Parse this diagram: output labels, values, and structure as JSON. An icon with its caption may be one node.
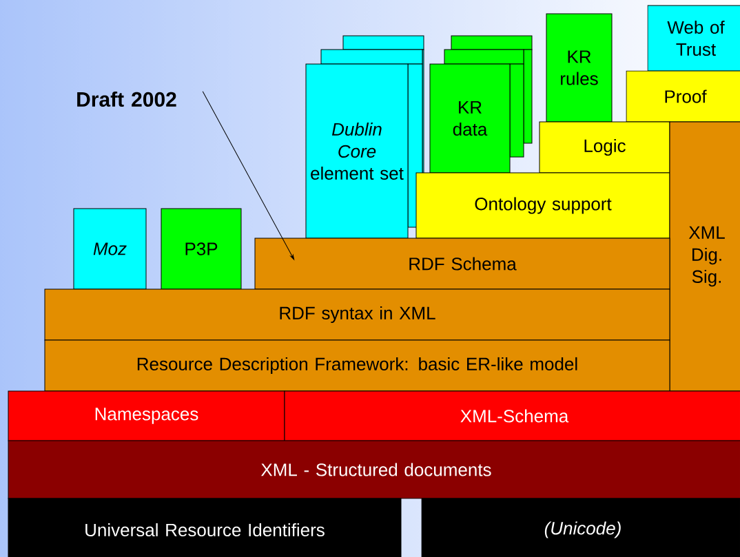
{
  "diagram": {
    "nodes": [
      {
        "text": [
          "Draft 2002"
        ]
      },
      {
        "text": [
          "Moz"
        ]
      },
      {
        "text": [
          "P3P"
        ]
      },
      {
        "text": [
          "*Dublin Core* element set"
        ]
      },
      {
        "text": [
          "KR data"
        ]
      },
      {
        "text": [
          "KR rules"
        ]
      },
      {
        "text": [
          "Web of Trust"
        ]
      },
      {
        "text": [
          "Proof"
        ]
      },
      {
        "text": [
          "Logic"
        ]
      },
      {
        "text": [
          "Ontology support"
        ]
      },
      {
        "text": [
          "XML Dig. Sig."
        ]
      },
      {
        "text": [
          "RDF Schema"
        ]
      },
      {
        "text": [
          "RDF syntax in XML"
        ]
      },
      {
        "text": [
          "Resource Description Framework: basic ER-like model"
        ]
      },
      {
        "text": [
          "Namespaces"
        ]
      },
      {
        "text": [
          "XML-Schema"
        ]
      },
      {
        "text": [
          "XML - Structured documents"
        ]
      },
      {
        "text": [
          "Universal Resource Identifiers"
        ]
      },
      {
        "text": [
          "(Unicode)"
        ]
      }
    ],
    "edges": [
      {
        "from": 0,
        "to": 11,
        "arrow": "to"
      }
    ]
  }
}
